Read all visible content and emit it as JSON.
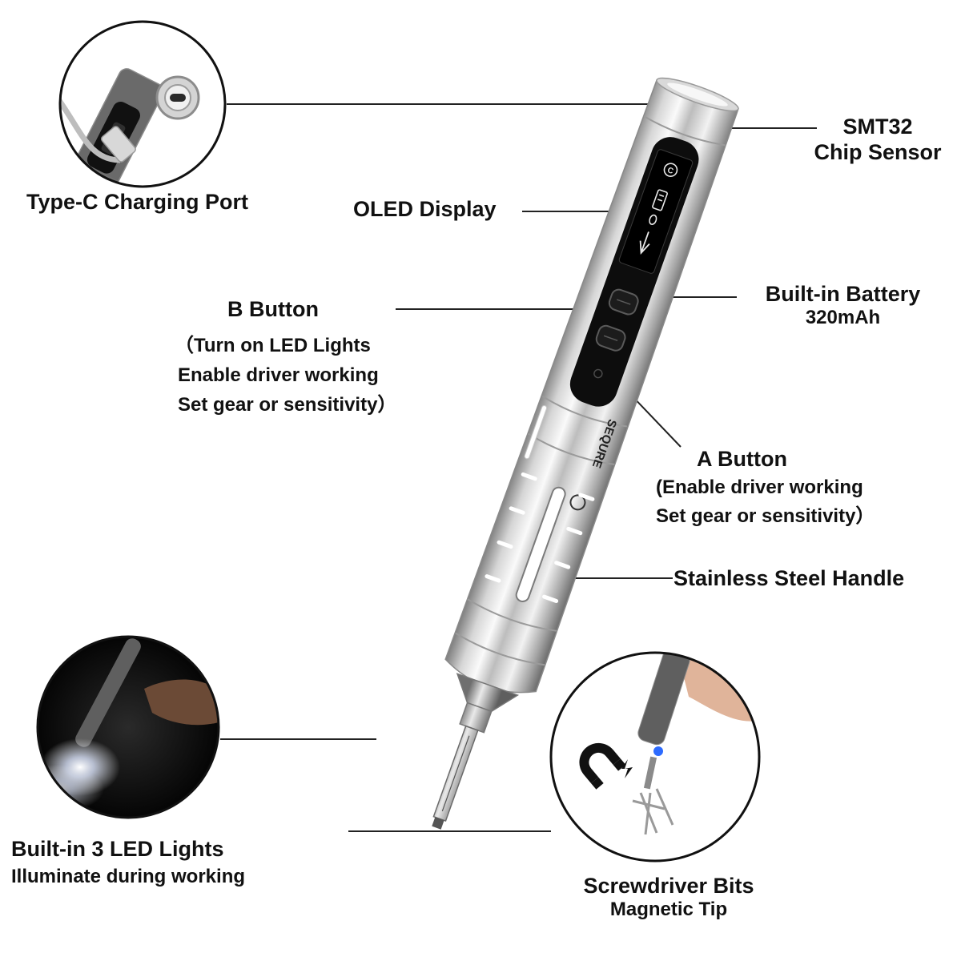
{
  "colors": {
    "leader_line": "#222222",
    "text": "#111111",
    "steel_dark": "#8e8e8e",
    "steel_light": "#f4f4f4",
    "panel": "#0d0d0d",
    "oled_text": "#e8e8e8"
  },
  "labels": {
    "type_c": "Type-C Charging Port",
    "smt32_line1": "SMT32",
    "smt32_line2": "Chip Sensor",
    "oled": "OLED Display",
    "b_button": "B Button",
    "b_desc1": "（Turn on LED Lights",
    "b_desc2": "Enable driver working",
    "b_desc3": "Set gear or sensitivity）",
    "battery_title": "Built-in Battery",
    "battery_capacity": "320mAh",
    "a_button": "A Button",
    "a_desc1": "(Enable driver working",
    "a_desc2": "Set gear or sensitivity）",
    "handle": "Stainless Steel Handle",
    "led_title": "Built-in 3 LED Lights",
    "led_desc": "Illuminate during working",
    "bits_title": "Screwdriver Bits",
    "bits_desc": "Magnetic Tip"
  },
  "product": {
    "brand": "SEQURE",
    "oled_icon_clock": "C"
  },
  "icons": {
    "magnet": "magnet-icon",
    "clock": "clock-icon",
    "battery": "battery-icon",
    "screw": "screw-icon",
    "arrow": "arrow-icon"
  }
}
